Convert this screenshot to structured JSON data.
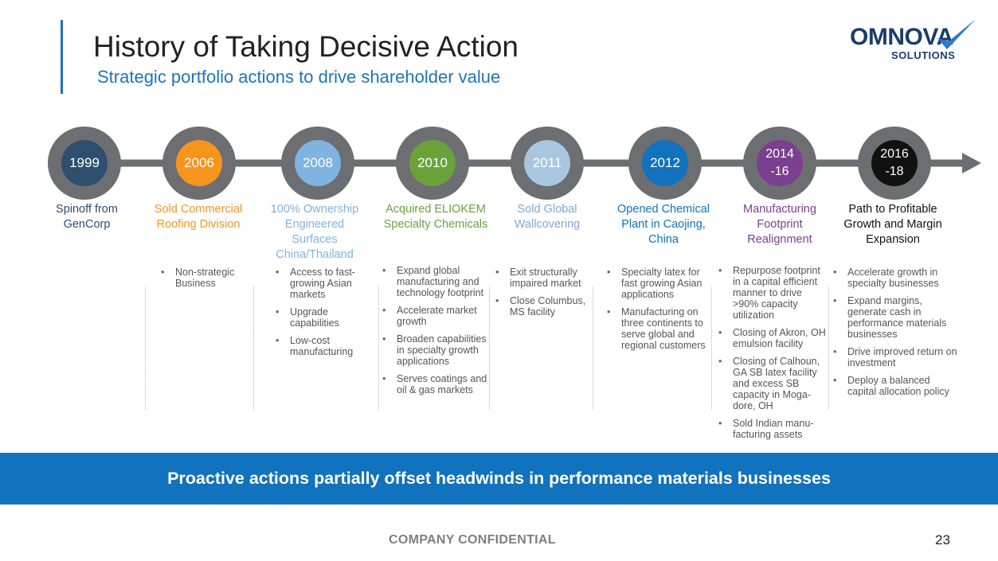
{
  "header": {
    "title": "History of Taking Decisive Action",
    "subtitle": "Strategic portfolio actions to drive shareholder value"
  },
  "logo": {
    "word": "OMNOVA",
    "sub": "SOLUTIONS",
    "check_color": "#2a7ac8"
  },
  "timeline": {
    "line_color": "#6d6e71",
    "items": [
      {
        "year": "1999",
        "color": "#2e4f6e",
        "label": "Spinoff from GenCorp",
        "label_color": "#2e4f6e",
        "bullets": []
      },
      {
        "year": "2006",
        "color": "#f7941d",
        "label": "Sold Commercial Roofing Division",
        "label_color": "#f7941d",
        "bullets": [
          "Non-strategic Business"
        ]
      },
      {
        "year": "2008",
        "color": "#7fb3e0",
        "label": "100% Ownership Engineered Surfaces China/Thailand",
        "label_color": "#7fb3e0",
        "bullets": [
          "Access to fast-growing Asian markets",
          "Upgrade capabilities",
          "Low-cost manufacturing"
        ]
      },
      {
        "year": "2010",
        "color": "#6aa23a",
        "label": "Acquired ELIOKEM Specialty Chemicals",
        "label_color": "#6aa23a",
        "bullets": [
          "Expand global manufacturing and technology footprint",
          "Accelerate market growth",
          "Broaden capabilities in specialty growth applications",
          "Serves coatings and oil & gas markets"
        ]
      },
      {
        "year": "2011",
        "color": "#a9c6e0",
        "label": "Sold Global Wallcovering",
        "label_color": "#7fa7cf",
        "bullets": [
          "Exit structurally impaired market",
          "Close Columbus, MS facility"
        ]
      },
      {
        "year": "2012",
        "color": "#1172bd",
        "label": "Opened Chemical Plant in Caojing, China",
        "label_color": "#1172bd",
        "bullets": [
          "Specialty latex for fast growing Asian applications",
          "Manufacturing on three continents to serve global and regional customers"
        ]
      },
      {
        "year": "2014 -16",
        "color": "#7b3f8f",
        "label": "Manufacturing Footprint Realignment",
        "label_color": "#7b3f8f",
        "bullets": [
          "Repurpose footprint in a capital efficient manner to drive >90% capacity utilization",
          "Closing of Akron, OH emulsion facility",
          "Closing of Calhoun, GA SB latex facility and excess SB capacity in Moga-dore, OH",
          "Sold Indian manu-facturing assets"
        ]
      },
      {
        "year": "2016 -18",
        "color": "#111111",
        "label": "Path to Profitable Growth and Margin Expansion",
        "label_color": "#111111",
        "bullets": [
          "Accelerate growth in specialty businesses",
          "Expand margins, generate cash in performance materials businesses",
          "Drive improved return on investment",
          "Deploy a balanced capital allocation policy"
        ]
      }
    ]
  },
  "banner": {
    "text": "Proactive actions partially offset headwinds in performance materials businesses",
    "color": "#1172bd"
  },
  "footer": {
    "confidential": "COMPANY CONFIDENTIAL",
    "page_number": "23"
  }
}
